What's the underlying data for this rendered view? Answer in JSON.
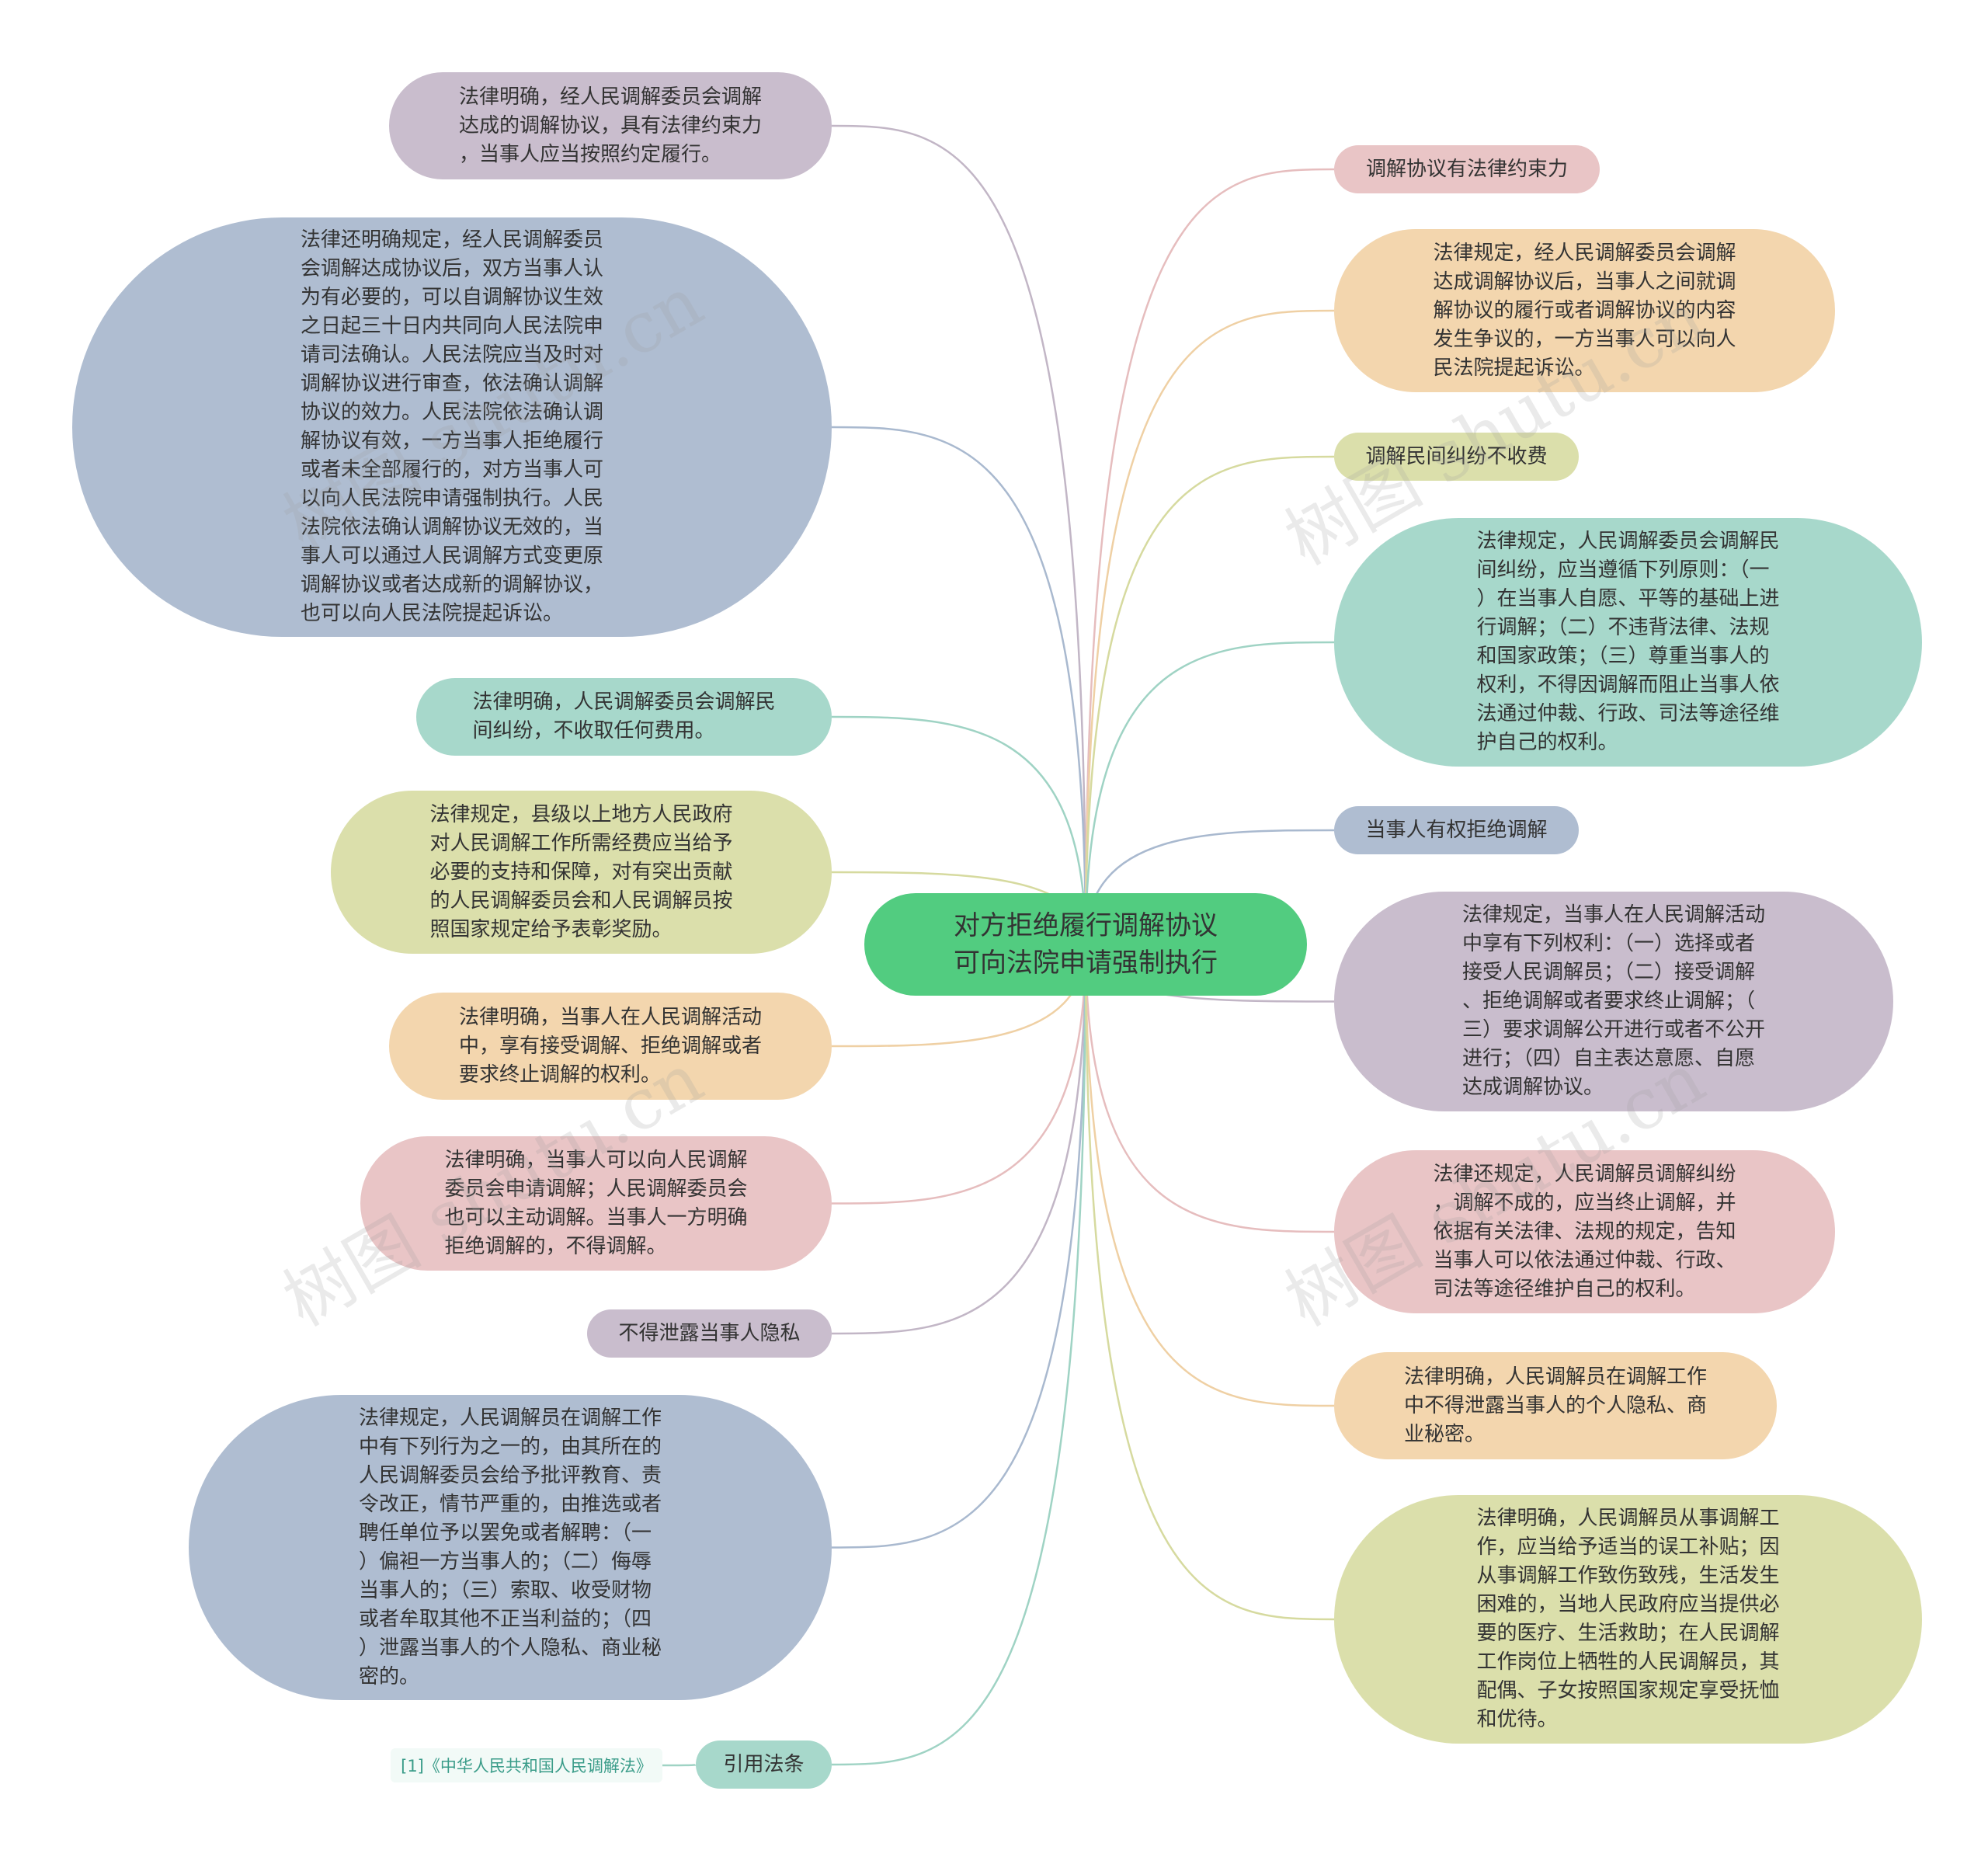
{
  "root": {
    "text": "对方拒绝履行调解协议\n可向法院申请强制执行",
    "color": "#52cc80"
  },
  "reference": {
    "text": "[1]《中华人民共和国人民调解法》"
  },
  "watermark": "树图 shutu.cn",
  "left_nodes": [
    {
      "id": "L1",
      "text": "法律明确，经人民调解委员会调解\n达成的调解协议，具有法律约束力\n，当事人应当按照约定履行。",
      "color": "#c9bdcd",
      "line": "#c2b6c6"
    },
    {
      "id": "L2",
      "text": "法律还明确规定，经人民调解委员\n会调解达成协议后，双方当事人认\n为有必要的，可以自调解协议生效\n之日起三十日内共同向人民法院申\n请司法确认。人民法院应当及时对\n调解协议进行审查，依法确认调解\n协议的效力。人民法院依法确认调\n解协议有效，一方当事人拒绝履行\n或者未全部履行的，对方当事人可\n以向人民法院申请强制执行。人民\n法院依法确认调解协议无效的，当\n事人可以通过人民调解方式变更原\n调解协议或者达成新的调解协议，\n也可以向人民法院提起诉讼。",
      "color": "#afbdd1",
      "line": "#a9b9cf"
    },
    {
      "id": "L3",
      "text": "法律明确，人民调解委员会调解民\n间纠纷，不收取任何费用。",
      "color": "#a7d8cb",
      "line": "#9fd3c4"
    },
    {
      "id": "L4",
      "text": "法律规定，县级以上地方人民政府\n对人民调解工作所需经费应当给予\n必要的支持和保障，对有突出贡献\n的人民调解委员会和人民调解员按\n照国家规定给予表彰奖励。",
      "color": "#dbdfab",
      "line": "#d6da9f"
    },
    {
      "id": "L5",
      "text": "法律明确，当事人在人民调解活动\n中，享有接受调解、拒绝调解或者\n要求终止调解的权利。",
      "color": "#f3d6ae",
      "line": "#efd0a4"
    },
    {
      "id": "L6",
      "text": "法律明确，当事人可以向人民调解\n委员会申请调解；人民调解委员会\n也可以主动调解。当事人一方明确\n拒绝调解的，不得调解。",
      "color": "#e9c5c6",
      "line": "#e6bdbe"
    },
    {
      "id": "L7",
      "text": "不得泄露当事人隐私",
      "color": "#c9bdcd",
      "line": "#c2b6c6"
    },
    {
      "id": "L8",
      "text": "法律规定，人民调解员在调解工作\n中有下列行为之一的，由其所在的\n人民调解委员会给予批评教育、责\n令改正，情节严重的，由推选或者\n聘任单位予以罢免或者解聘：（一\n）偏袒一方当事人的；（二）侮辱\n当事人的；（三）索取、收受财物\n或者牟取其他不正当利益的；（四\n）泄露当事人的个人隐私、商业秘\n密的。",
      "color": "#afbdd1",
      "line": "#a9b9cf"
    },
    {
      "id": "L9",
      "text": "引用法条",
      "color": "#a7d8cb",
      "line": "#9fd3c4"
    }
  ],
  "right_nodes": [
    {
      "id": "R1",
      "text": "调解协议有法律约束力",
      "color": "#e9c5c6",
      "line": "#e6bdbe"
    },
    {
      "id": "R2",
      "text": "法律规定，经人民调解委员会调解\n达成调解协议后，当事人之间就调\n解协议的履行或者调解协议的内容\n发生争议的，一方当事人可以向人\n民法院提起诉讼。",
      "color": "#f3d6ae",
      "line": "#efd0a4"
    },
    {
      "id": "R3",
      "text": "调解民间纠纷不收费",
      "color": "#dbdfab",
      "line": "#d6da9f"
    },
    {
      "id": "R4",
      "text": "法律规定，人民调解委员会调解民\n间纠纷，应当遵循下列原则：（一\n）在当事人自愿、平等的基础上进\n行调解；（二）不违背法律、法规\n和国家政策；（三）尊重当事人的\n权利，不得因调解而阻止当事人依\n法通过仲裁、行政、司法等途径维\n护自己的权利。",
      "color": "#a7d8cb",
      "line": "#9fd3c4"
    },
    {
      "id": "R5",
      "text": "当事人有权拒绝调解",
      "color": "#afbdd1",
      "line": "#a9b9cf"
    },
    {
      "id": "R6",
      "text": "法律规定，当事人在人民调解活动\n中享有下列权利：（一）选择或者\n接受人民调解员；（二）接受调解\n、拒绝调解或者要求终止调解；（\n三）要求调解公开进行或者不公开\n进行；（四）自主表达意愿、自愿\n达成调解协议。",
      "color": "#c9bdcd",
      "line": "#c2b6c6"
    },
    {
      "id": "R7",
      "text": "法律还规定，人民调解员调解纠纷\n，调解不成的，应当终止调解，并\n依据有关法律、法规的规定，告知\n当事人可以依法通过仲裁、行政、\n司法等途径维护自己的权利。",
      "color": "#e9c5c6",
      "line": "#e6bdbe"
    },
    {
      "id": "R8",
      "text": "法律明确，人民调解员在调解工作\n中不得泄露当事人的个人隐私、商\n业秘密。",
      "color": "#f3d6ae",
      "line": "#efd0a4"
    },
    {
      "id": "R9",
      "text": "法律明确，人民调解员从事调解工\n作，应当给予适当的误工补贴；因\n从事调解工作致伤致残，生活发生\n困难的，当地人民政府应当提供必\n要的医疗、生活救助；在人民调解\n工作岗位上牺牲的人民调解员，其\n配偶、子女按照国家规定享受抚恤\n和优待。",
      "color": "#dbdfab",
      "line": "#d6da9f"
    }
  ]
}
